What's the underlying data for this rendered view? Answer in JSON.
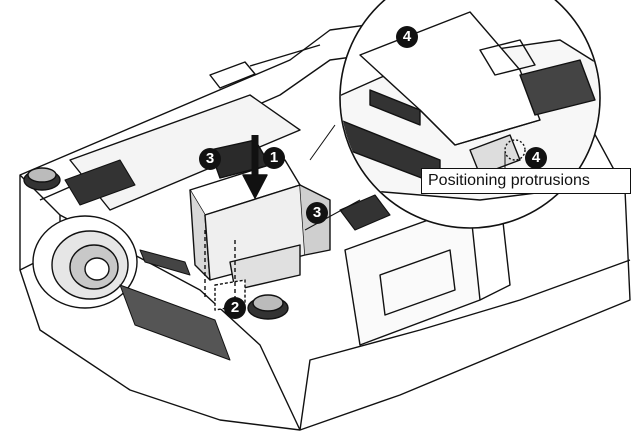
{
  "diagram": {
    "callout_text": "Positioning protrusions",
    "steps": [
      {
        "id": "step-1",
        "label": "1"
      },
      {
        "id": "step-2",
        "label": "2"
      },
      {
        "id": "step-3a",
        "label": "3"
      },
      {
        "id": "step-3b",
        "label": "3"
      },
      {
        "id": "step-4a",
        "label": "4"
      },
      {
        "id": "step-4b",
        "label": "4"
      }
    ]
  },
  "colors": {
    "line": "#111111",
    "fill": "#ffffff",
    "shade": "#d8d8d8",
    "dark": "#2a2a2a"
  }
}
